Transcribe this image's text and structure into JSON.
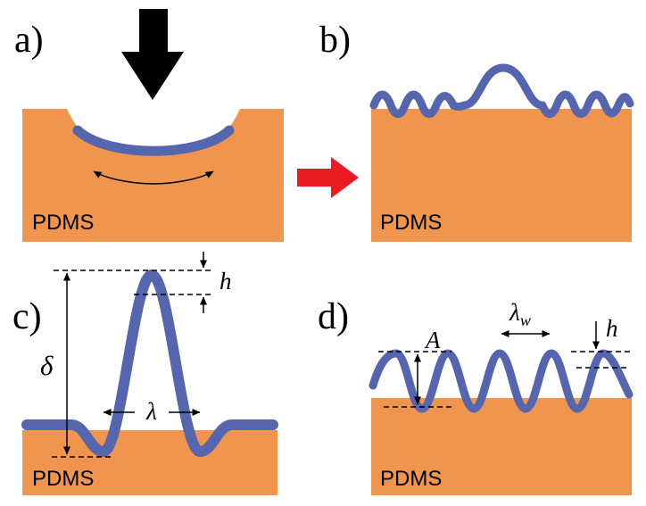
{
  "figure": {
    "panels": [
      {
        "id": "a",
        "label": "a)",
        "substrate": "PDMS"
      },
      {
        "id": "b",
        "label": "b)",
        "substrate": "PDMS"
      },
      {
        "id": "c",
        "label": "c)",
        "substrate": "PDMS"
      },
      {
        "id": "d",
        "label": "d)",
        "substrate": "PDMS"
      }
    ],
    "annotations": {
      "c": {
        "h": "h",
        "delta": "δ",
        "lambda": "λ"
      },
      "d": {
        "amplitude": "A",
        "lambda_base": "λ",
        "lambda_sub": "w",
        "h": "h"
      }
    },
    "icons": {
      "press_arrow": "down-arrow-icon",
      "transition_arrow": "right-arrow-icon"
    },
    "colors": {
      "substrate": "#F0954E",
      "film": "#5565AE",
      "transition_arrow": "#EC1B23",
      "ink": "#000000",
      "background": "#FFFFFF"
    }
  }
}
